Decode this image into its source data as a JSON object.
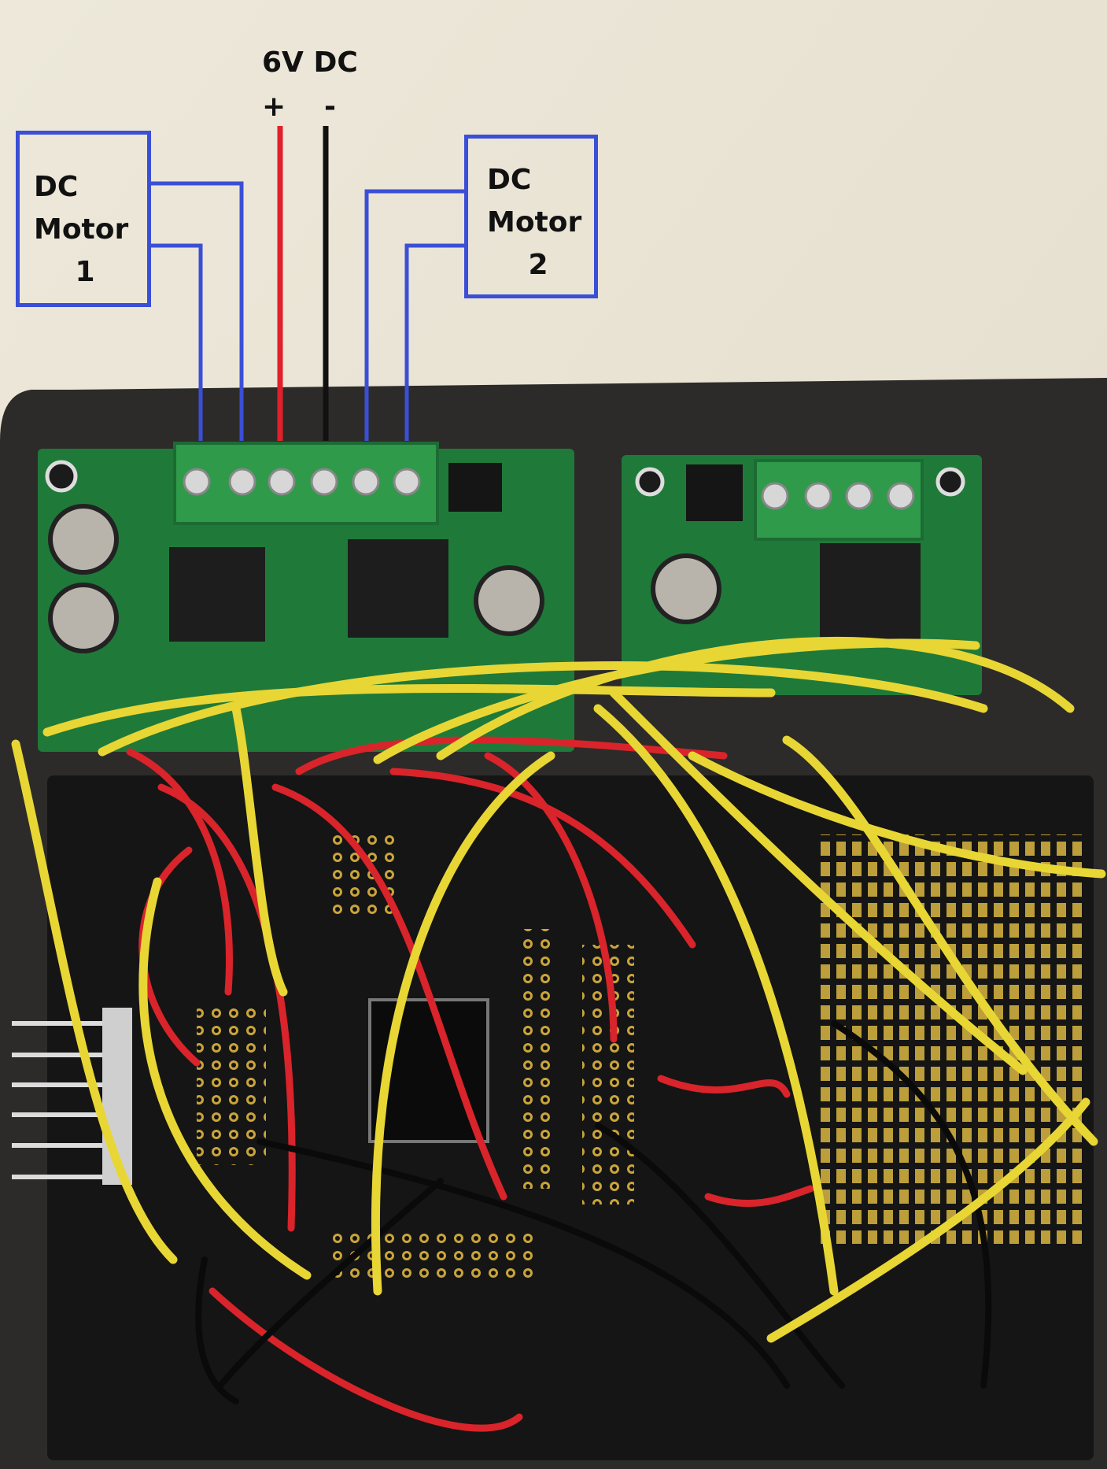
{
  "photo": {
    "description_name": "h-bridge-motor-driver-wiring-photo"
  },
  "labels": {
    "supply": "6V DC",
    "positive": "+",
    "negative": "-"
  },
  "motors": [
    {
      "line1": "DC",
      "line2": "Motor",
      "number": "1"
    },
    {
      "line1": "DC",
      "line2": "Motor",
      "number": "2"
    }
  ],
  "colors": {
    "motor_wire": "#3b4fd6",
    "positive_wire": "#e0202a",
    "negative_wire": "#111111",
    "jumper_yellow": "#e8d635",
    "jumper_red": "#d8242a",
    "driver_pcb": "#1f7a3a",
    "dev_board": "#1a1a1a"
  }
}
